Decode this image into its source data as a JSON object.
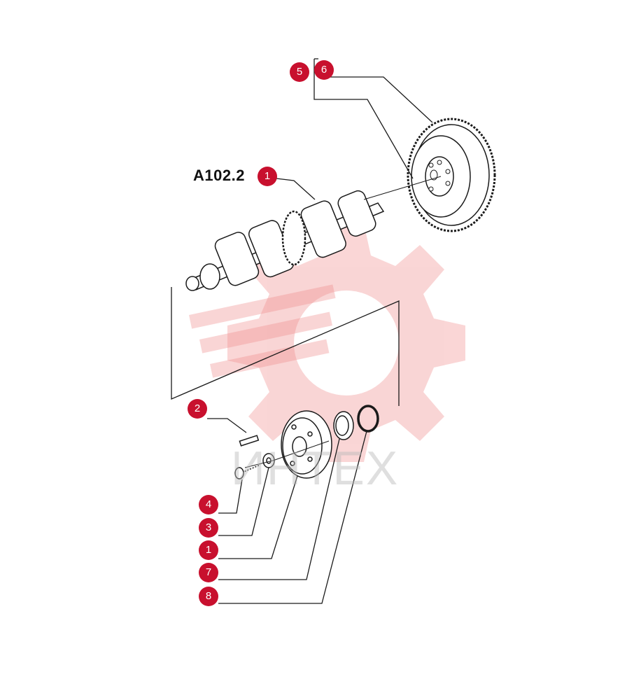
{
  "figure": {
    "reference_label": "A102.2",
    "watermark_text": "ИНТЕХ",
    "colors": {
      "callout": "#c8102e",
      "watermark": "#f3a5a5",
      "line": "#1a1a1a"
    }
  },
  "callouts": [
    {
      "id": "5",
      "label": "5"
    },
    {
      "id": "6",
      "label": "6"
    },
    {
      "id": "1-top",
      "label": "1"
    },
    {
      "id": "2",
      "label": "2"
    },
    {
      "id": "4",
      "label": "4"
    },
    {
      "id": "3",
      "label": "3"
    },
    {
      "id": "1-bottom",
      "label": "1"
    },
    {
      "id": "7",
      "label": "7"
    },
    {
      "id": "8",
      "label": "8"
    }
  ],
  "parts": [
    {
      "name": "flywheel-with-ring-gear"
    },
    {
      "name": "crankshaft"
    },
    {
      "name": "key"
    },
    {
      "name": "washer"
    },
    {
      "name": "screw"
    },
    {
      "name": "crankshaft-pulley"
    },
    {
      "name": "seal-ring"
    },
    {
      "name": "o-ring"
    }
  ]
}
